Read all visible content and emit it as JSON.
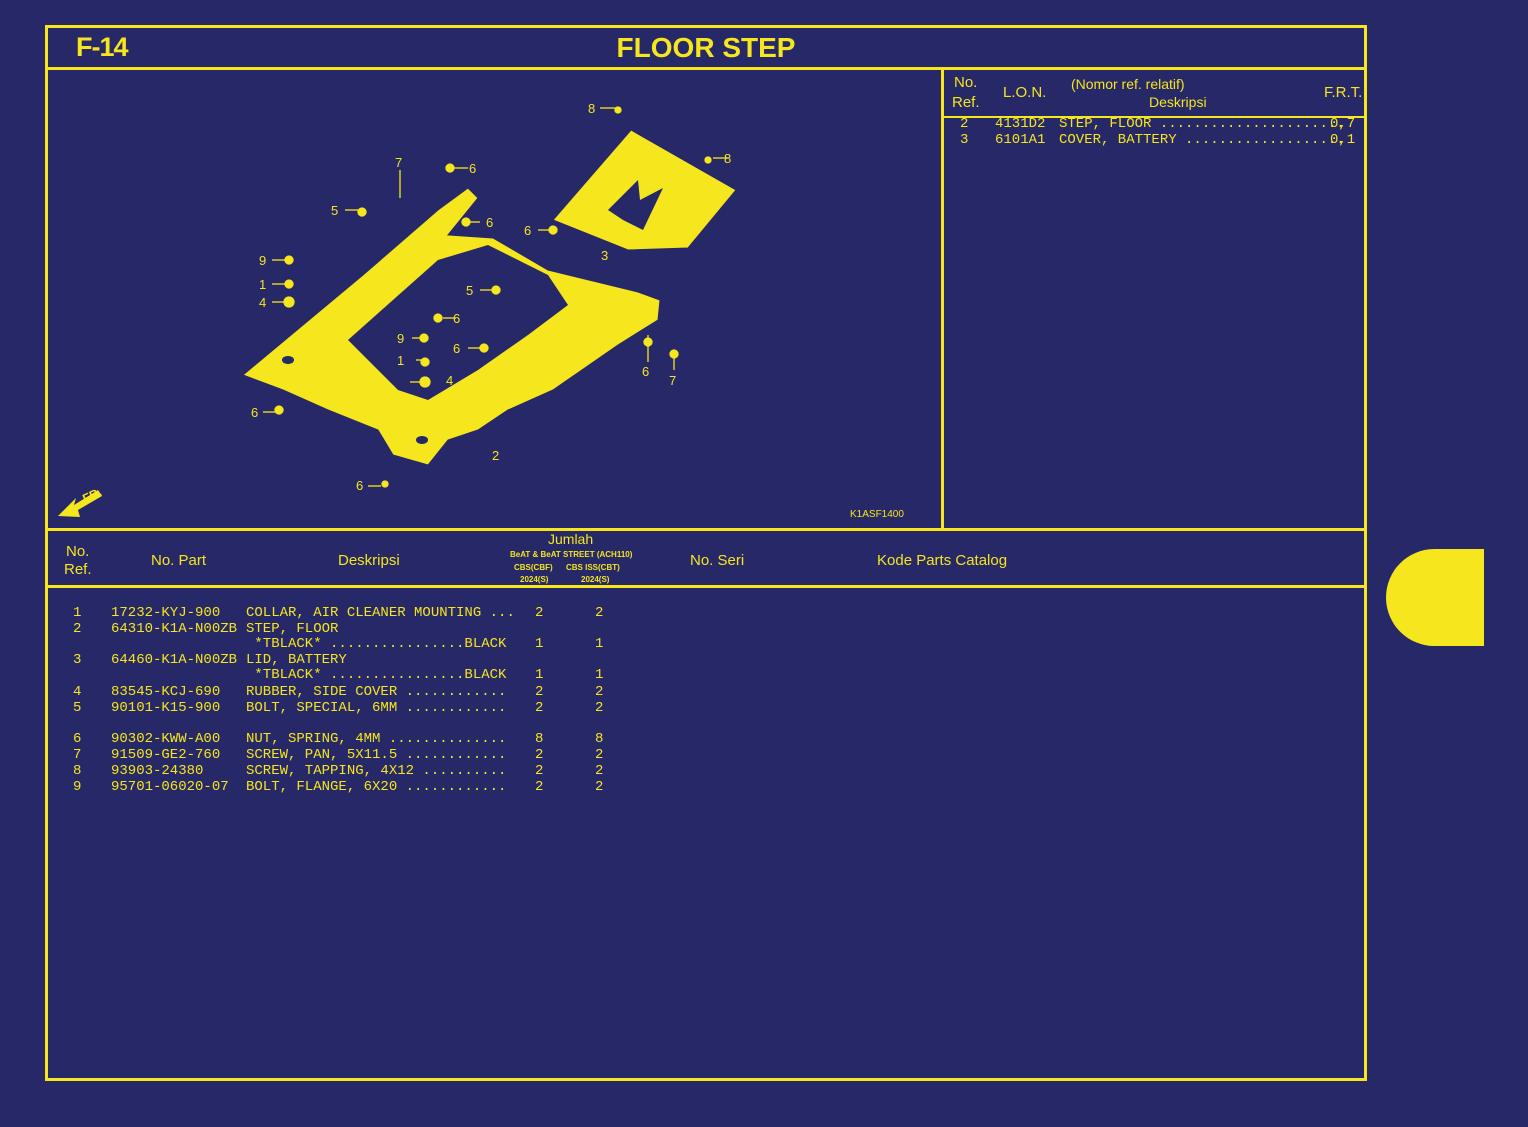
{
  "header": {
    "code": "F-14",
    "title": "FLOOR STEP"
  },
  "diagram": {
    "code": "K1ASF1400",
    "front_label": "FR.",
    "callouts": [
      "8",
      "8",
      "7",
      "6",
      "6",
      "5",
      "6",
      "9",
      "1",
      "4",
      "3",
      "5",
      "6",
      "9",
      "6",
      "1",
      "4",
      "6",
      "7",
      "6",
      "2",
      "6"
    ]
  },
  "frt_table": {
    "headers": {
      "no": "No.",
      "ref": "Ref.",
      "lon": "L.O.N.",
      "nomor": "(Nomor ref. relatif)",
      "deskripsi": "Deskripsi",
      "frt": "F.R.T."
    },
    "rows": [
      {
        "ref": "2",
        "lon": "4131D2",
        "desc": "STEP, FLOOR ......................",
        "frt": "0,7"
      },
      {
        "ref": "3",
        "lon": "6101A1",
        "desc": "COVER, BATTERY ...................",
        "frt": "0,1"
      }
    ]
  },
  "parts_table": {
    "headers": {
      "no": "No.",
      "ref": "Ref.",
      "part": "No. Part",
      "desc": "Deskripsi",
      "jumlah": "Jumlah",
      "model": "BeAT & BeAT STREET (ACH110)",
      "col1": "CBS(CBF)",
      "col2": "CBS ISS(CBT)",
      "year1": "2024(S)",
      "year2": "2024(S)",
      "seri": "No. Seri",
      "catalog": "Kode Parts Catalog"
    },
    "rows": [
      {
        "ref": "1",
        "part": "17232-KYJ-900",
        "desc": "COLLAR, AIR CLEANER MOUNTING ...",
        "q1": "2",
        "q2": "2"
      },
      {
        "ref": "2",
        "part": "64310-K1A-N00ZB",
        "desc": "STEP, FLOOR",
        "q1": "",
        "q2": ""
      },
      {
        "ref": "",
        "part": "",
        "desc": " *TBLACK* ................BLACK",
        "q1": "1",
        "q2": "1"
      },
      {
        "ref": "3",
        "part": "64460-K1A-N00ZB",
        "desc": "LID, BATTERY",
        "q1": "",
        "q2": ""
      },
      {
        "ref": "",
        "part": "",
        "desc": " *TBLACK* ................BLACK",
        "q1": "1",
        "q2": "1"
      },
      {
        "ref": "4",
        "part": "83545-KCJ-690",
        "desc": "RUBBER, SIDE COVER ............",
        "q1": "2",
        "q2": "2"
      },
      {
        "ref": "5",
        "part": "90101-K15-900",
        "desc": "BOLT, SPECIAL, 6MM ............",
        "q1": "2",
        "q2": "2"
      },
      {
        "ref": "6",
        "part": "90302-KWW-A00",
        "desc": "NUT, SPRING, 4MM ..............",
        "q1": "8",
        "q2": "8"
      },
      {
        "ref": "7",
        "part": "91509-GE2-760",
        "desc": "SCREW, PAN, 5X11.5 ............",
        "q1": "2",
        "q2": "2"
      },
      {
        "ref": "8",
        "part": "93903-24380",
        "desc": "SCREW, TAPPING, 4X12 ..........",
        "q1": "2",
        "q2": "2"
      },
      {
        "ref": "9",
        "part": "95701-06020-07",
        "desc": "BOLT, FLANGE, 6X20 ............",
        "q1": "2",
        "q2": "2"
      }
    ]
  },
  "colors": {
    "background": "#262868",
    "accent": "#f5e61e"
  }
}
